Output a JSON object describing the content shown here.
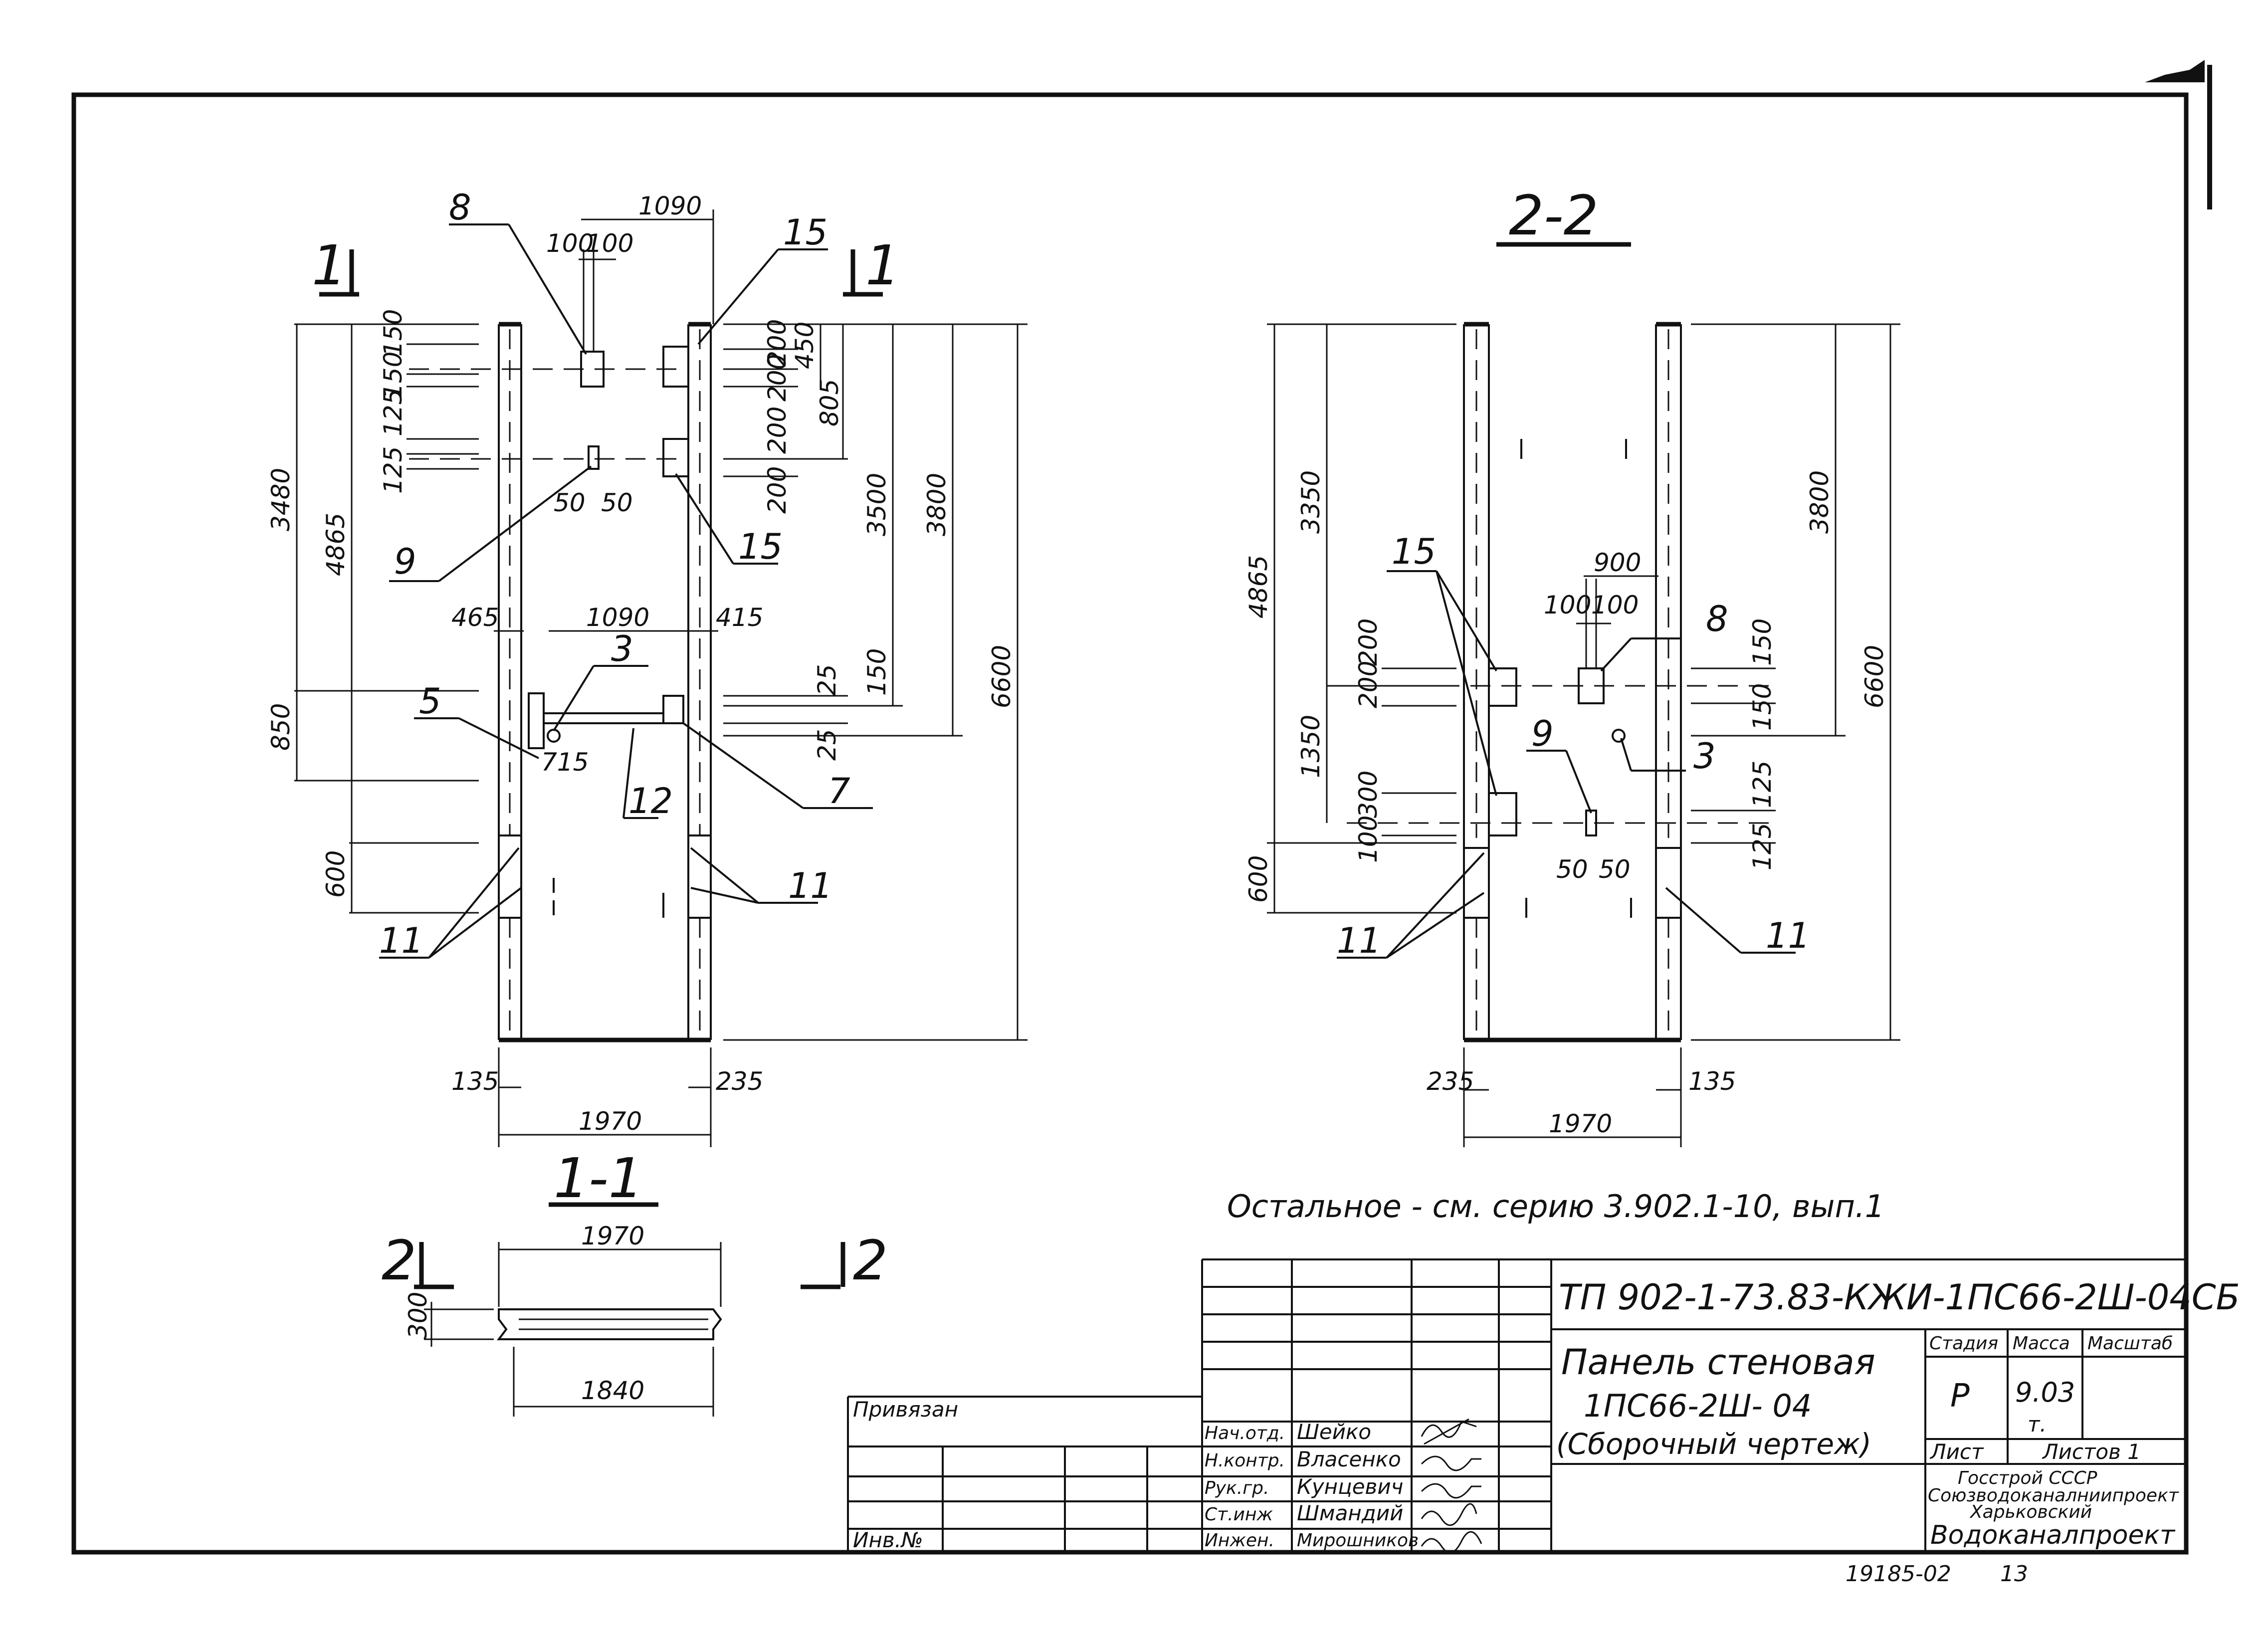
{
  "views": {
    "front": {
      "section_marks": [
        "1",
        "1"
      ],
      "callouts": [
        "8",
        "15",
        "9",
        "15",
        "3",
        "5",
        "12",
        "7",
        "11",
        "11"
      ],
      "dims": {
        "top_width": "1090",
        "top_offsets": [
          "100",
          "100"
        ],
        "opening_offsets": [
          "50",
          "50"
        ],
        "mid_width": "1090",
        "left_edge": "465",
        "right_edge": "415",
        "small": "715",
        "bottom_left": "135",
        "bottom_right": "235",
        "bottom_width": "1970",
        "left_verticals": [
          "3480",
          "4865",
          "850",
          "600"
        ],
        "left_small": [
          "150",
          "150",
          "125",
          "125"
        ],
        "right_small": [
          "200",
          "200",
          "200",
          "450",
          "805",
          "200",
          "25",
          "150",
          "25"
        ],
        "right_verticals": [
          "3500",
          "3800",
          "6600"
        ]
      }
    },
    "section22": {
      "title": "2-2",
      "callouts": [
        "15",
        "8",
        "9",
        "3",
        "11",
        "11"
      ],
      "dims": {
        "mid_width": "900",
        "mid_offsets": [
          "100",
          "100"
        ],
        "bottom_offsets": [
          "50",
          "50"
        ],
        "bottom_left": "235",
        "bottom_right": "135",
        "bottom_width": "1970",
        "left_verticals": [
          "4865",
          "3350",
          "1350",
          "600"
        ],
        "left_small": [
          "200",
          "200",
          "300",
          "100"
        ],
        "right_small": [
          "150",
          "150",
          "125",
          "125"
        ],
        "right_verticals": [
          "3800",
          "6600"
        ]
      }
    },
    "section11": {
      "title": "1-1",
      "marks": [
        "2",
        "2"
      ],
      "width_top": "1970",
      "thickness": "300",
      "width_bottom": "1840"
    }
  },
  "note": "Остальное - см. серию 3.902.1-10, вып.1",
  "title_block": {
    "code": "ТП 902-1-73.83-КЖИ-1ПС66-2Ш-04СБ",
    "title_line1": "Панель стеновая",
    "title_line2": "1ПС66-2Ш- 04",
    "title_line3": "(Сборочный чертеж)",
    "headers": [
      "Стадия",
      "Масса",
      "Масштаб"
    ],
    "stage": "Р",
    "mass": "9.03",
    "mass_unit": "т.",
    "sheet_label": "Лист",
    "sheets_label": "Листов 1",
    "org1": "Госстрой СССР",
    "org2": "Союзводоканалниипроект",
    "org3": "Харьковский",
    "org4": "Водоканалпроект",
    "linked": "Привязан",
    "inv": "Инв.№",
    "roles": [
      "Нач.отд.",
      "Н.контр.",
      "Рук.гр.",
      "Ст.инж",
      "Инжен."
    ],
    "names": [
      "Шейко",
      "Власенко",
      "Кунцевич",
      "Шмандий",
      "Мирошников"
    ]
  },
  "footer_number": "19185-02",
  "page_number": "13"
}
